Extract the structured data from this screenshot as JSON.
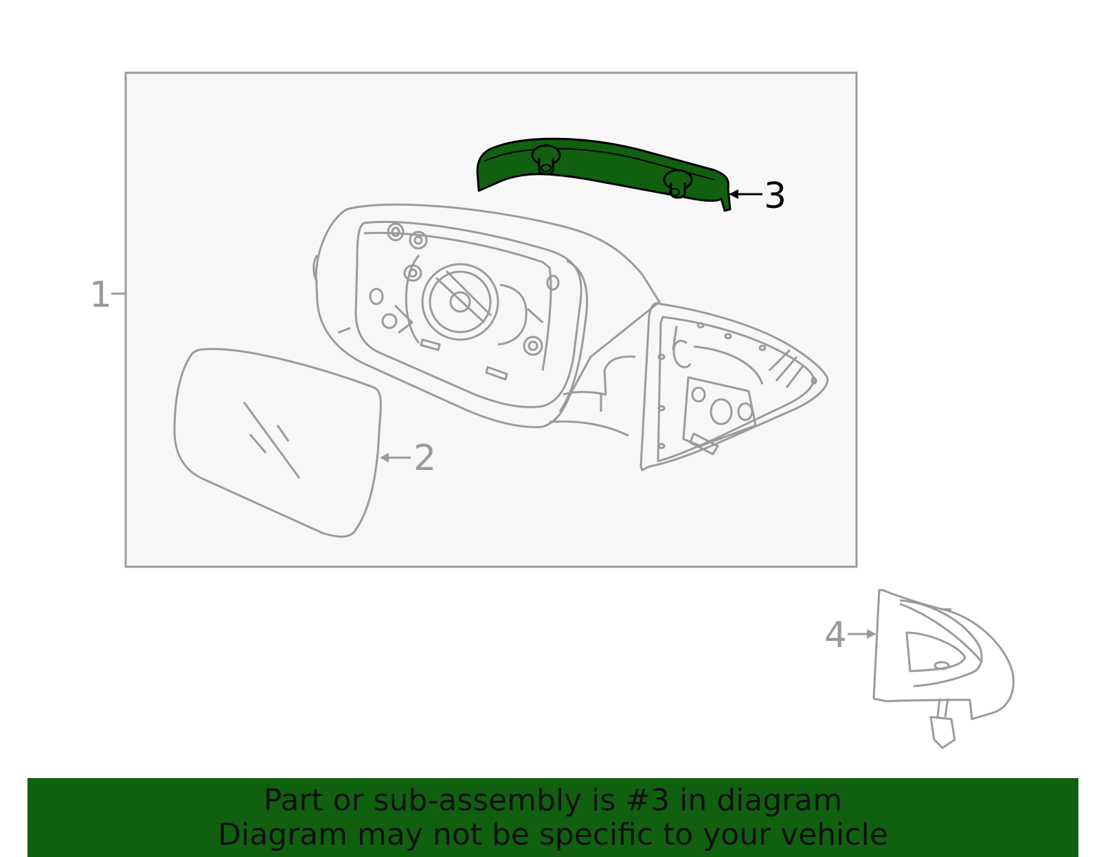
{
  "colors": {
    "background": "#ffffff",
    "panel_fill": "#f7f7f7",
    "line_gray": "#9a9a9a",
    "highlight_green": "#106010",
    "highlight_outline": "#000000",
    "label_gray": "#9a9a9a",
    "label_active": "#000000",
    "banner_text": "#111111"
  },
  "callouts": {
    "part_1": "1",
    "part_2": "2",
    "part_3": "3",
    "part_4": "4"
  },
  "highlighted_part": "3",
  "banner": {
    "line1": "Part or sub-assembly is #3 in diagram",
    "line2": "Diagram may not be specific to your vehicle"
  }
}
